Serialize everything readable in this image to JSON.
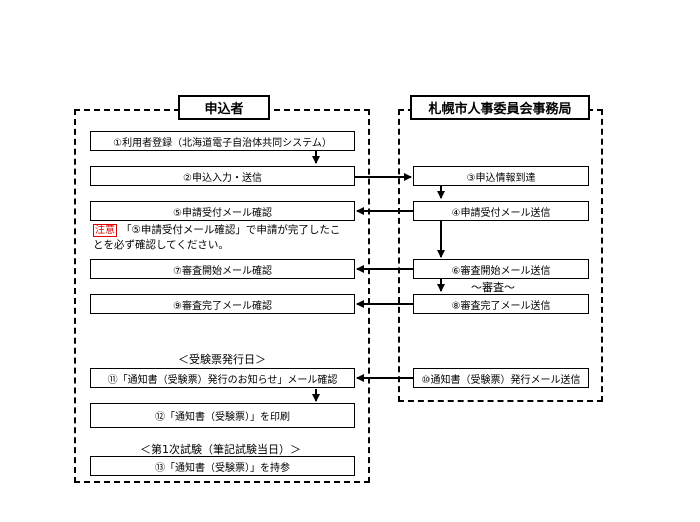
{
  "lanes": {
    "applicant": {
      "title": "申込者"
    },
    "office": {
      "title": "札幌市人事委員会事務局"
    }
  },
  "steps": {
    "s1": "①利用者登録（北海道電子自治体共同システム）",
    "s2": "②申込入力・送信",
    "s3": "③申込情報到達",
    "s4": "④申請受付メール送信",
    "s5": "⑤申請受付メール確認",
    "s6": "⑥審査開始メール送信",
    "s7": "⑦審査開始メール確認",
    "s8": "⑧審査完了メール送信",
    "s9": "⑨審査完了メール確認",
    "s10": "⑩通知書（受験票）発行メール送信",
    "s11": "⑪「通知書（受験票）発行のお知らせ」メール確認",
    "s12": "⑫「通知書（受験票）」を印刷",
    "s13": "⑬「通知書（受験票）」を持参"
  },
  "note": {
    "tag": "注意",
    "line1": "「⑤申請受付メール確認」で申請が完了したこ",
    "line2": "とを必ず確認してください。"
  },
  "labels": {
    "review": "～審査～",
    "ticket_day": "＜受験票発行日＞",
    "exam_day": "＜第1次試験（筆記試験当日）＞"
  }
}
